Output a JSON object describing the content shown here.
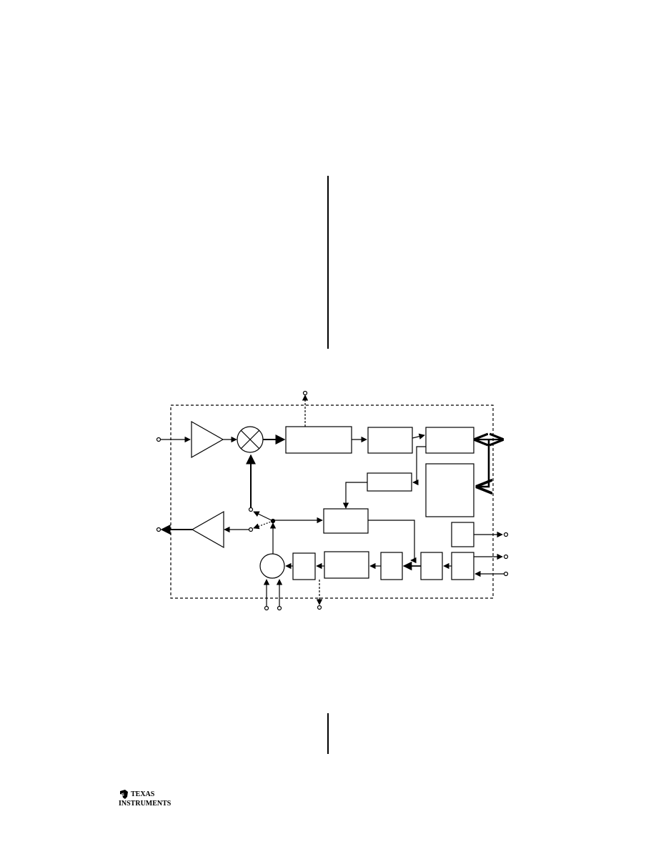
{
  "logo": {
    "company_line1": "TEXAS",
    "company_line2": "INSTRUMENTS"
  },
  "colors": {
    "ink": "#000000",
    "page": "#ffffff"
  },
  "diagram": {
    "type": "block-diagram",
    "labels_printed": false
  }
}
